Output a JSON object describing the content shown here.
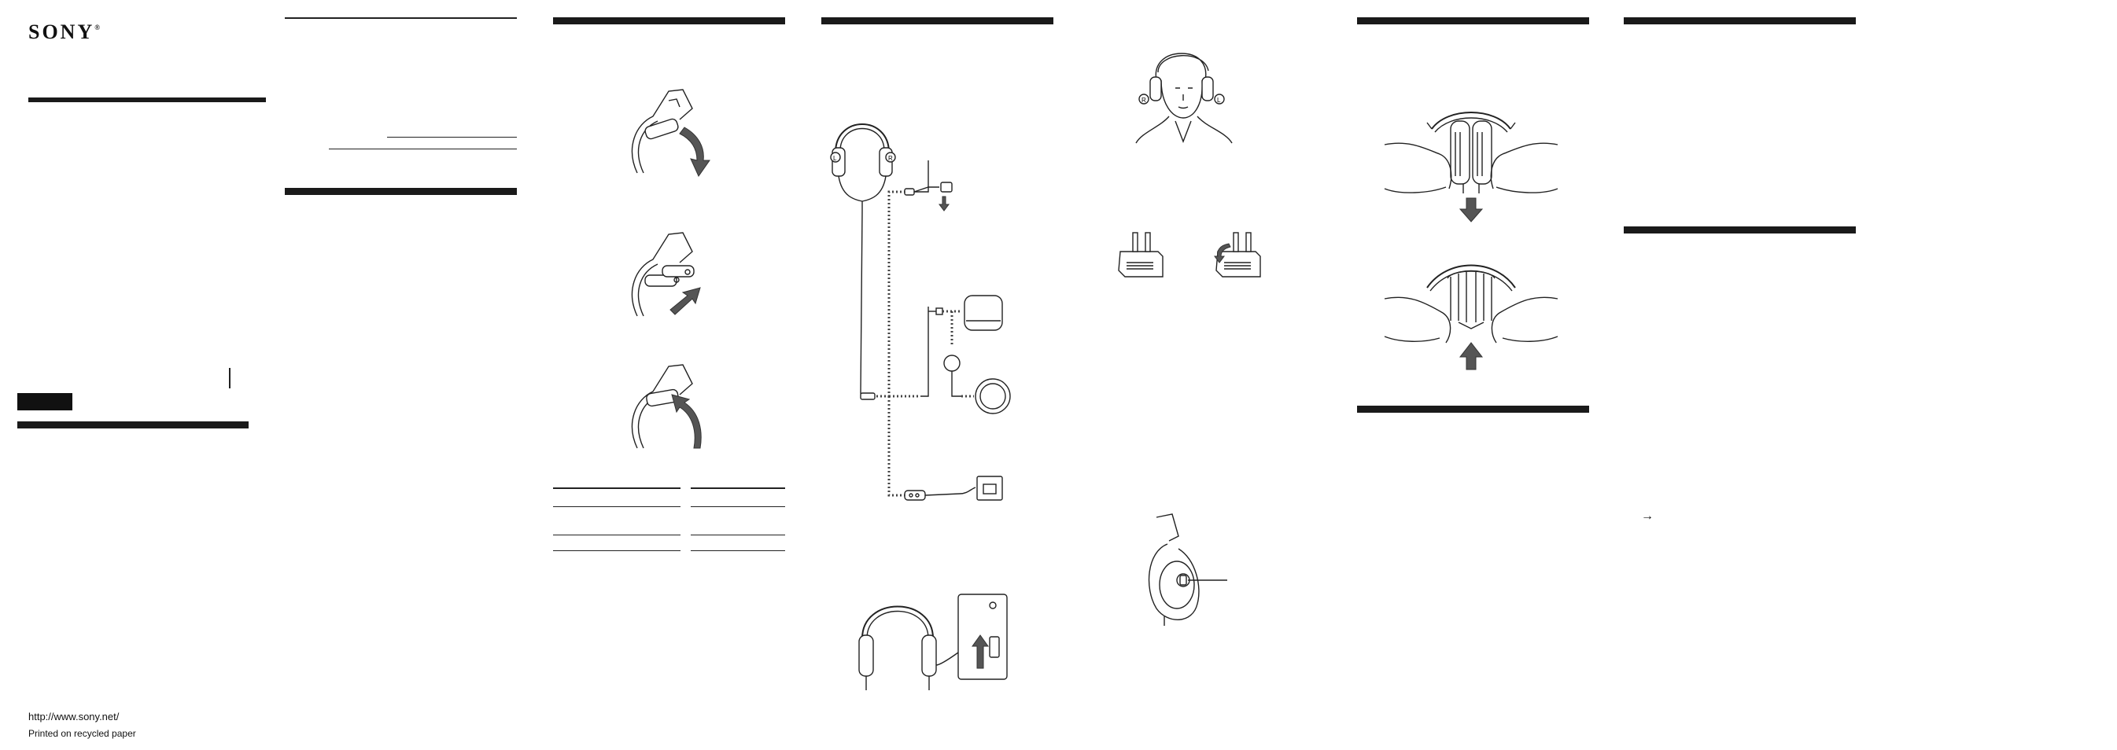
{
  "brand": {
    "logo_text": "SONY",
    "logo_mark": "®"
  },
  "footer": {
    "url": "http://www.sony.net/",
    "recycled": "Printed on recycled paper"
  },
  "diagram": {
    "cord_labels": [
      "L",
      "R"
    ],
    "face_labels": [
      "R",
      "L"
    ],
    "arrow_text": "→"
  },
  "colors": {
    "ink": "#1a1a1a",
    "arrow_fill": "#555555",
    "paper": "#ffffff"
  }
}
